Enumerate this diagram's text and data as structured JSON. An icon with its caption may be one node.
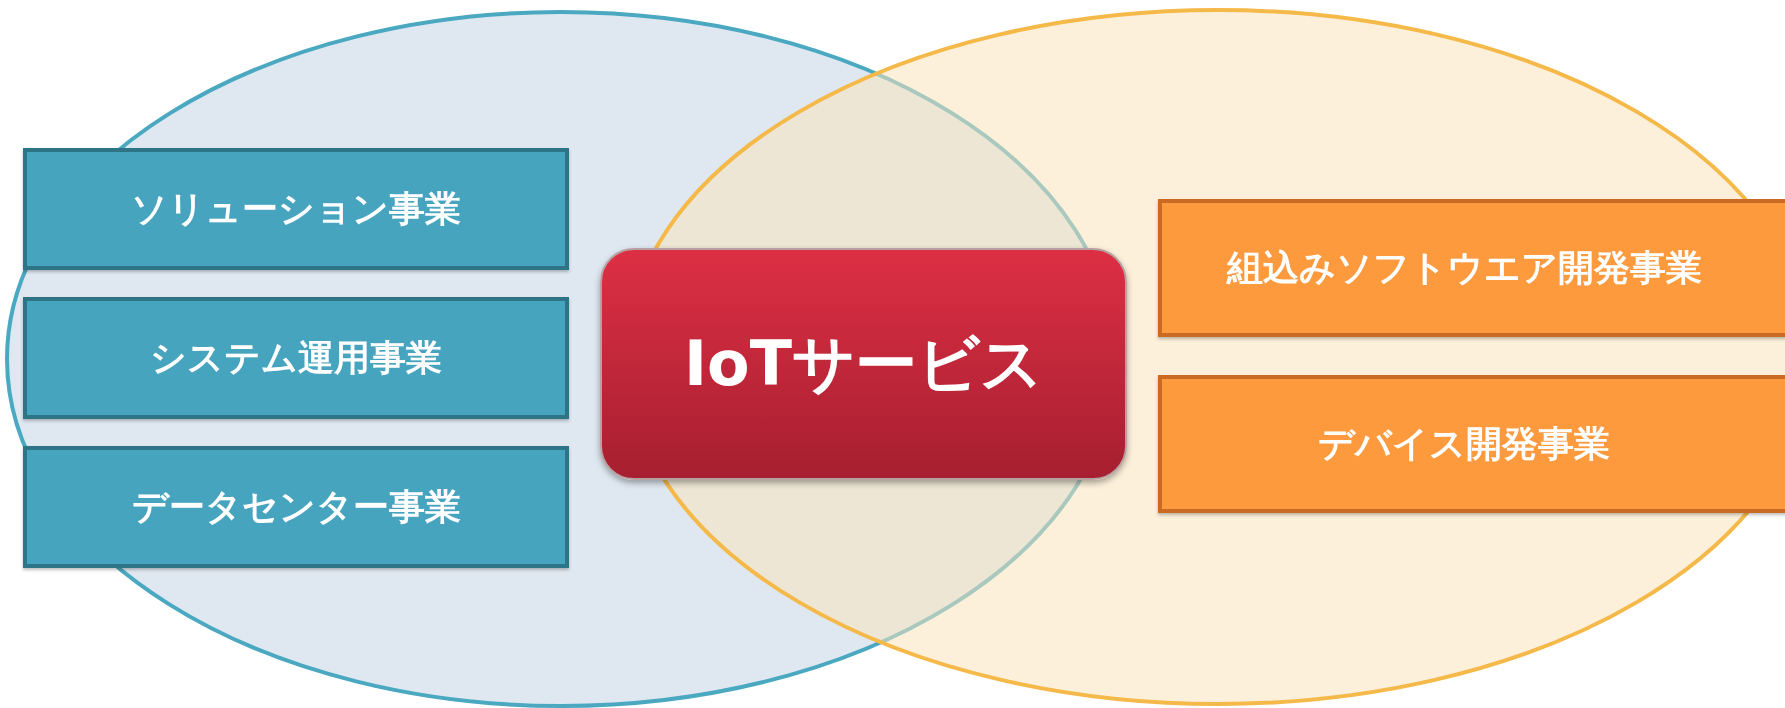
{
  "diagram": {
    "nodes": [
      {
        "text": [],
        "shape": "ellipse"
      },
      {
        "text": [],
        "shape": "ellipse"
      },
      {
        "text": [
          "ソリューション事業"
        ],
        "in": 0
      },
      {
        "text": [
          "システム運用事業"
        ],
        "in": 0
      },
      {
        "text": [
          "データセンター事業"
        ],
        "in": 0
      },
      {
        "text": [
          "IoTサービス"
        ]
      },
      {
        "text": [
          "組込みソフトウエア開発事業"
        ],
        "in": 1
      },
      {
        "text": [
          "デバイス開発事業"
        ],
        "in": 1
      }
    ]
  }
}
